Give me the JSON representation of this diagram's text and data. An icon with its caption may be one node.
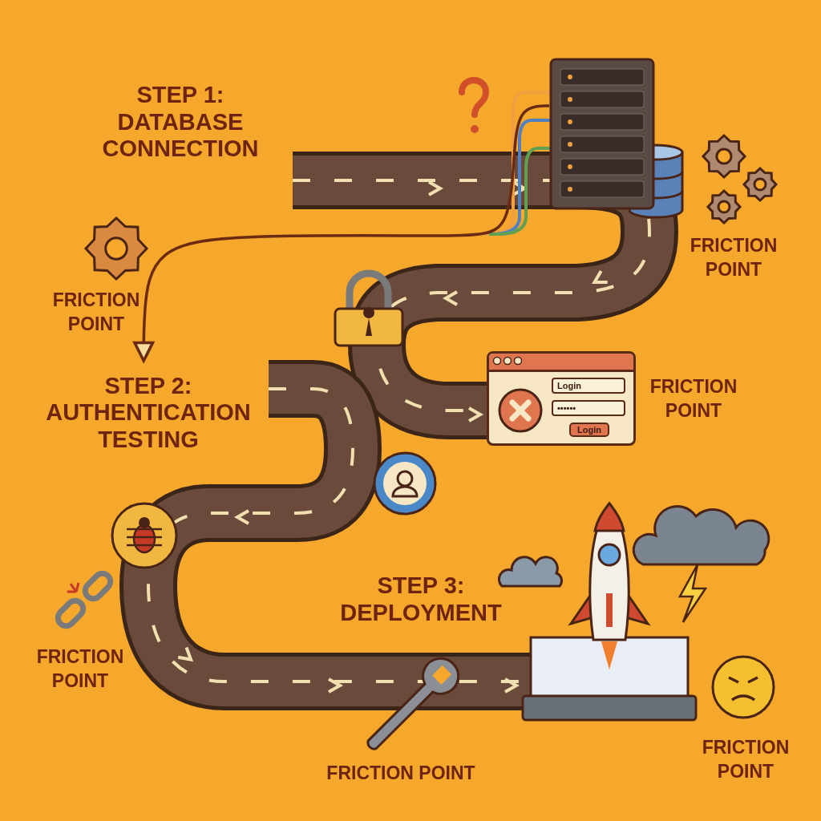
{
  "diagram": {
    "nodes": [
      {
        "text": [
          "STEP 1: DATABASE CONNECTION"
        ]
      },
      {
        "text": [],
        "shape": "picture"
      },
      {
        "text": [
          "STEP 2: AUTHENTICATION TESTING"
        ]
      },
      {
        "text": [
          "Login",
          "••••••",
          "Login"
        ]
      },
      {
        "text": [
          "STEP 3: DEPLOYMENT"
        ]
      }
    ],
    "edges": [
      {
        "from": 1,
        "to": 2,
        "arrow": "to"
      }
    ],
    "labels": [
      "FRICTION POINT",
      "FRICTION POINT",
      "FRICTION POINT",
      "FRICTION POINT",
      "FRICTION POINT",
      "FRICTION POINT"
    ]
  }
}
